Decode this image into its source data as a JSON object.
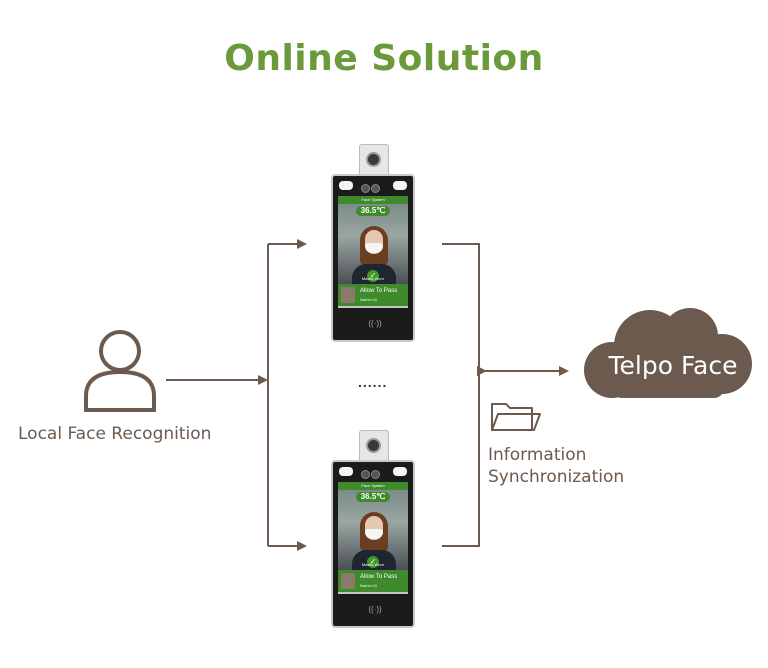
{
  "title": "Online Solution",
  "local_label": "Local Face Recognition",
  "cloud_label": "Telpo Face",
  "sync_label_line1": "Information",
  "sync_label_line2": "Synchronization",
  "ellipsis": "......",
  "device": {
    "bar_text": "Face System",
    "temperature": "36.5℃",
    "status_text": "Masks Worn",
    "allow_text": "Allow To Pass",
    "name_text": "Name:Lili"
  },
  "colors": {
    "title": "#6a9a3a",
    "line": "#6b5a4d",
    "cloud": "#6b5a4d"
  },
  "icons": [
    "person-icon",
    "folder-icon",
    "cloud-icon",
    "nfc-icon"
  ]
}
